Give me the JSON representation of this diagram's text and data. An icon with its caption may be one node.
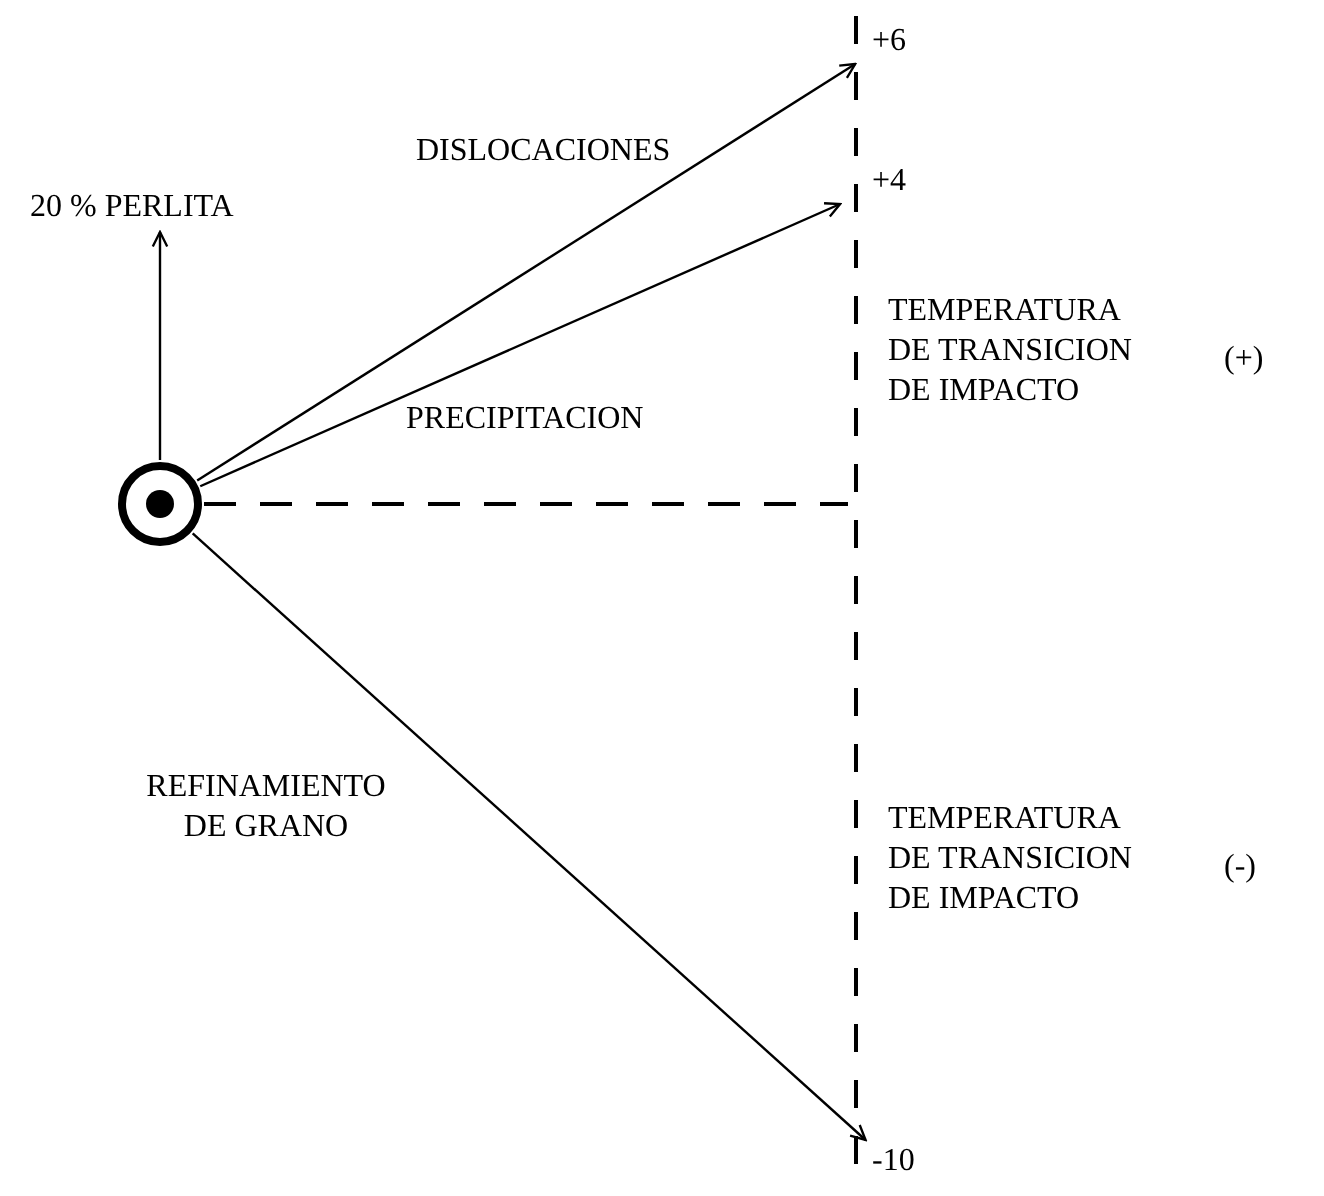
{
  "diagram": {
    "nodes": [
      {
        "text": [],
        "shape": "circle"
      },
      {
        "text": [
          "20 % PERLITA"
        ]
      },
      {
        "text": [],
        "shape": "line"
      },
      {
        "text": [
          "+6"
        ]
      },
      {
        "text": [
          "+4"
        ]
      },
      {
        "text": [
          "-10"
        ]
      }
    ],
    "edges": [
      {
        "from": 0,
        "to": 1,
        "arrow": "to"
      },
      {
        "from": 0,
        "to": 3,
        "arrow": "to",
        "label": "DISLOCACIONES"
      },
      {
        "from": 0,
        "to": 4,
        "arrow": "to",
        "label": "PRECIPITACION"
      },
      {
        "from": 0,
        "to": 2,
        "arrow": "none",
        "style": "dashed"
      },
      {
        "from": 0,
        "to": 5,
        "arrow": "to",
        "label": "REFINAMIENTO DE GRANO"
      }
    ],
    "labels": [
      "TEMPERATURA DE TRANSICION DE IMPACTO",
      "(+)",
      "TEMPERATURA DE TRANSICION DE IMPACTO",
      "(-)"
    ]
  }
}
